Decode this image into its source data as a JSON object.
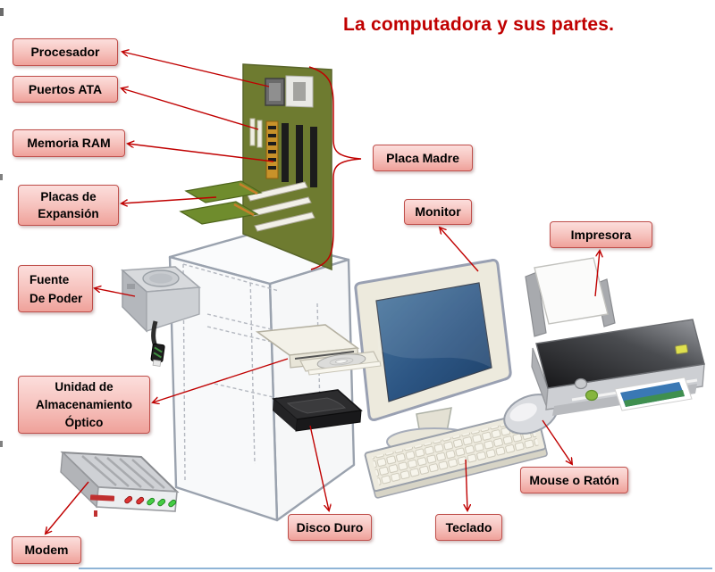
{
  "title": "La computadora y sus partes.",
  "labels": {
    "procesador": "Procesador",
    "puertos_ata": "Puertos ATA",
    "memoria_ram": "Memoria RAM",
    "placas_expansion": "Placas de\nExpansión",
    "placa_madre": "Placa Madre",
    "monitor": "Monitor",
    "impresora": "Impresora",
    "fuente_poder": "Fuente\nDe Poder",
    "unidad_optico": "Unidad de\nAlmacenamiento\nÓptico",
    "mouse_raton": "Mouse o Ratón",
    "disco_duro": "Disco Duro",
    "teclado": "Teclado",
    "modem": "Modem"
  },
  "colors": {
    "title_color": "#c00000",
    "arrow_color": "#c00000",
    "label_border": "#bf4f4b",
    "label_fill_top": "#fcdedc",
    "label_fill_mid": "#f6c2bd",
    "label_fill_bottom": "#efa19a",
    "mb_green": "#6e7b30",
    "screen_blue": "#2c5583"
  },
  "illustration_parts": [
    "motherboard",
    "cpu",
    "ata-ports",
    "ram-modules",
    "expansion-cards",
    "tower-case",
    "power-supply",
    "optical-drive",
    "hard-disk",
    "monitor",
    "keyboard",
    "mouse",
    "printer",
    "modem"
  ]
}
